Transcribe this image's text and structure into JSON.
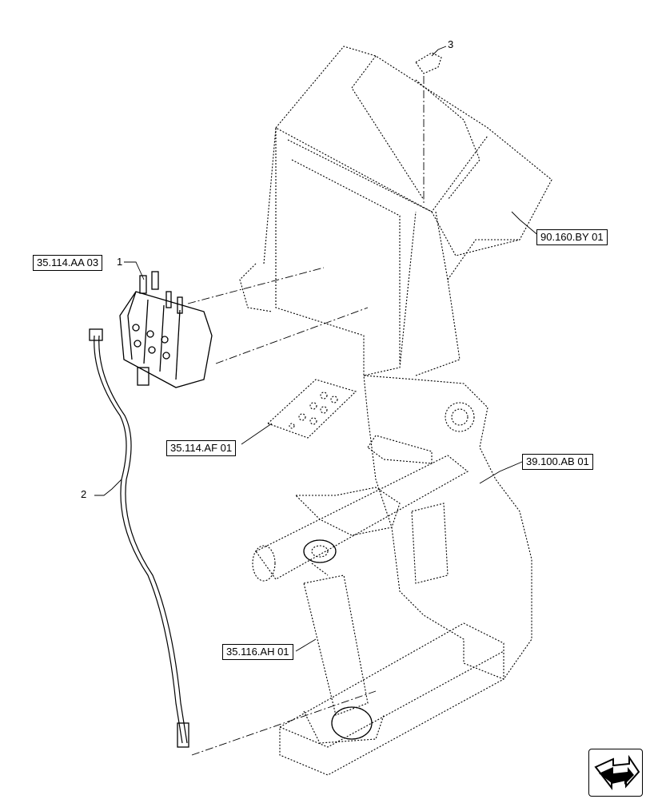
{
  "references": [
    {
      "id": "ref-35-114-aa-03",
      "text": "35.114.AA 03"
    },
    {
      "id": "ref-90-160-by-01",
      "text": "90.160.BY 01"
    },
    {
      "id": "ref-35-114-af-01",
      "text": "35.114.AF 01"
    },
    {
      "id": "ref-39-100-ab-01",
      "text": "39.100.AB 01"
    },
    {
      "id": "ref-35-116-ah-01",
      "text": "35.116.AH 01"
    }
  ],
  "callouts": {
    "c1": "1",
    "c2": "2",
    "c3": "3"
  },
  "icons": {
    "nav": "next-page-arrow-icon"
  }
}
